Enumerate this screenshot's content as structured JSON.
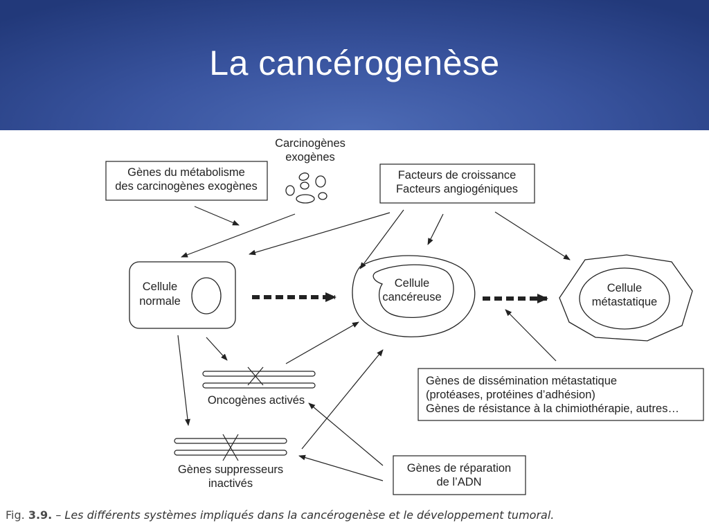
{
  "slide": {
    "title": "La cancérogenèse"
  },
  "diagram": {
    "carcinogens": [
      "Carcinogènes",
      "exogènes"
    ],
    "metabolism_genes": [
      "Gènes du métabolisme",
      "des carcinogènes exogènes"
    ],
    "growth_factors": [
      "Facteurs de croissance",
      "Facteurs angiogéniques"
    ],
    "normal_cell": [
      "Cellule",
      "normale"
    ],
    "cancer_cell": [
      "Cellule",
      "cancéreuse"
    ],
    "metastatic_cell": [
      "Cellule",
      "métastatique"
    ],
    "oncogenes": "Oncogènes activés",
    "suppressor_genes": [
      "Gènes suppresseurs",
      "inactivés"
    ],
    "metastatic_genes": [
      "Gènes de dissémination métastatique",
      "(protéases, protéines d’adhésion)",
      "Gènes de résistance à la chimiothérapie, autres…"
    ],
    "dna_repair": [
      "Gènes de réparation",
      "de l’ADN"
    ]
  },
  "caption": {
    "fig_prefix": "Fig. ",
    "fig_number": "3.9.",
    "text": " – Les différents systèmes impliqués dans la cancérogenèse et le développement tumoral."
  }
}
